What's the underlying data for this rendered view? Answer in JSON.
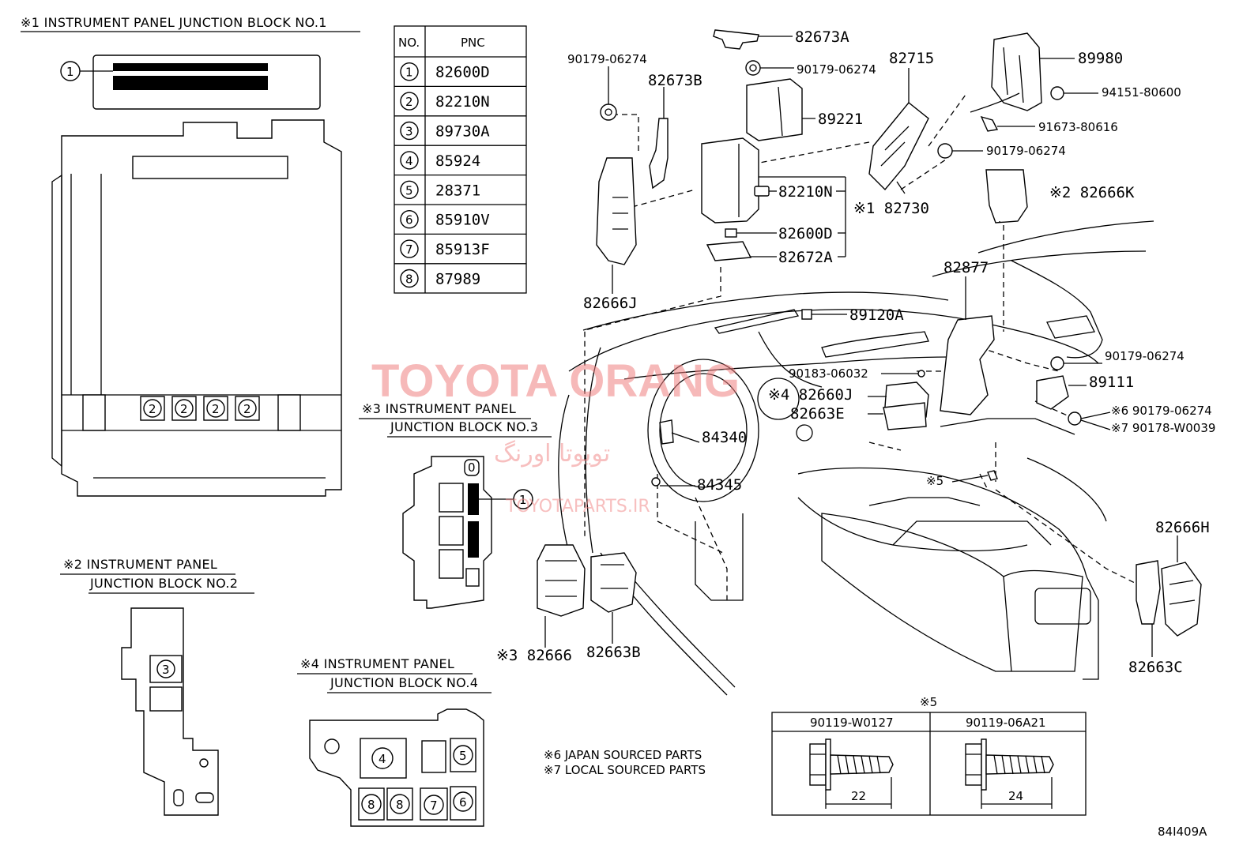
{
  "section_titles": {
    "jb1": "※1 INSTRUMENT PANEL JUNCTION BLOCK NO.1",
    "jb2_line1": "※2 INSTRUMENT PANEL",
    "jb2_line2": "JUNCTION BLOCK NO.2",
    "jb3_line1": "※3 INSTRUMENT PANEL",
    "jb3_line2": "JUNCTION BLOCK NO.3",
    "jb4_line1": "※4 INSTRUMENT PANEL",
    "jb4_line2": "JUNCTION BLOCK NO.4"
  },
  "pnc_table": {
    "headers": [
      "NO.",
      "PNC"
    ],
    "rows": [
      {
        "no": "1",
        "pnc": "82600D"
      },
      {
        "no": "2",
        "pnc": "82210N"
      },
      {
        "no": "3",
        "pnc": "89730A"
      },
      {
        "no": "4",
        "pnc": "85924"
      },
      {
        "no": "5",
        "pnc": "28371"
      },
      {
        "no": "6",
        "pnc": "85910V"
      },
      {
        "no": "7",
        "pnc": "85913F"
      },
      {
        "no": "8",
        "pnc": "87989"
      }
    ]
  },
  "circle_numbers": {
    "one": "1",
    "two": "2",
    "three": "3",
    "four": "4",
    "five": "5",
    "six": "6",
    "seven": "7",
    "eight": "8",
    "zero": "0"
  },
  "part_labels": {
    "p82673A": "82673A",
    "p90179_top": "90179-06274",
    "p90179_left": "90179-06274",
    "p82673B": "82673B",
    "p82715": "82715",
    "p89221": "89221",
    "p89980": "89980",
    "p94151": "94151-80600",
    "p91673": "91673-80616",
    "p90179_right": "90179-06274",
    "p82210N": "82210N",
    "p82730": "※1 82730",
    "p82666K": "※2 82666K",
    "p82600D": "82600D",
    "p82672A": "82672A",
    "p82666J": "82666J",
    "p82877": "82877",
    "p89120A": "89120A",
    "p90179_mid": "90179-06274",
    "p90183": "90183-06032",
    "p89111": "89111",
    "p82660J": "※4 82660J",
    "p82663E": "82663E",
    "p90179_j6": "※6 90179-06274",
    "p90178_j7": "※7 90178-W0039",
    "p84340": "84340",
    "p84345": "84345",
    "p_star5": "※5",
    "p82666H": "82666H",
    "p82666": "※3 82666",
    "p82663B": "82663B",
    "p82663C": "82663C"
  },
  "bolt_table": {
    "title": "※5",
    "col1": "90119-W0127",
    "col2": "90119-06A21",
    "len1": "22",
    "len2": "24"
  },
  "notes": {
    "japan": "※6 JAPAN SOURCED PARTS",
    "local": "※7 LOCAL SOURCED PARTS"
  },
  "diagram_code": "84I409A",
  "watermark": {
    "main": "TOYOTA ORANG",
    "persian": "تویوتا اورنگ",
    "site": "TOYOTAPARTS.IR"
  }
}
